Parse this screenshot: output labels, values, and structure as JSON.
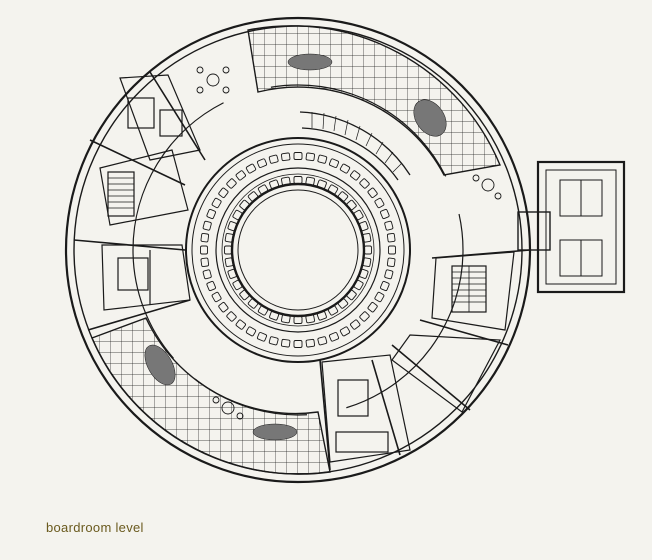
{
  "caption": "boardroom level",
  "colors": {
    "ink": "#1a1a1a",
    "paper": "#f4f3ee",
    "caption": "#6a5a1e",
    "planting": "#777777"
  },
  "drawing": {
    "type": "architectural floor plan",
    "seating": {
      "outer_ring_chairs": 48,
      "inner_ring_chairs": 36
    },
    "planters": 4,
    "stairs": 3
  }
}
